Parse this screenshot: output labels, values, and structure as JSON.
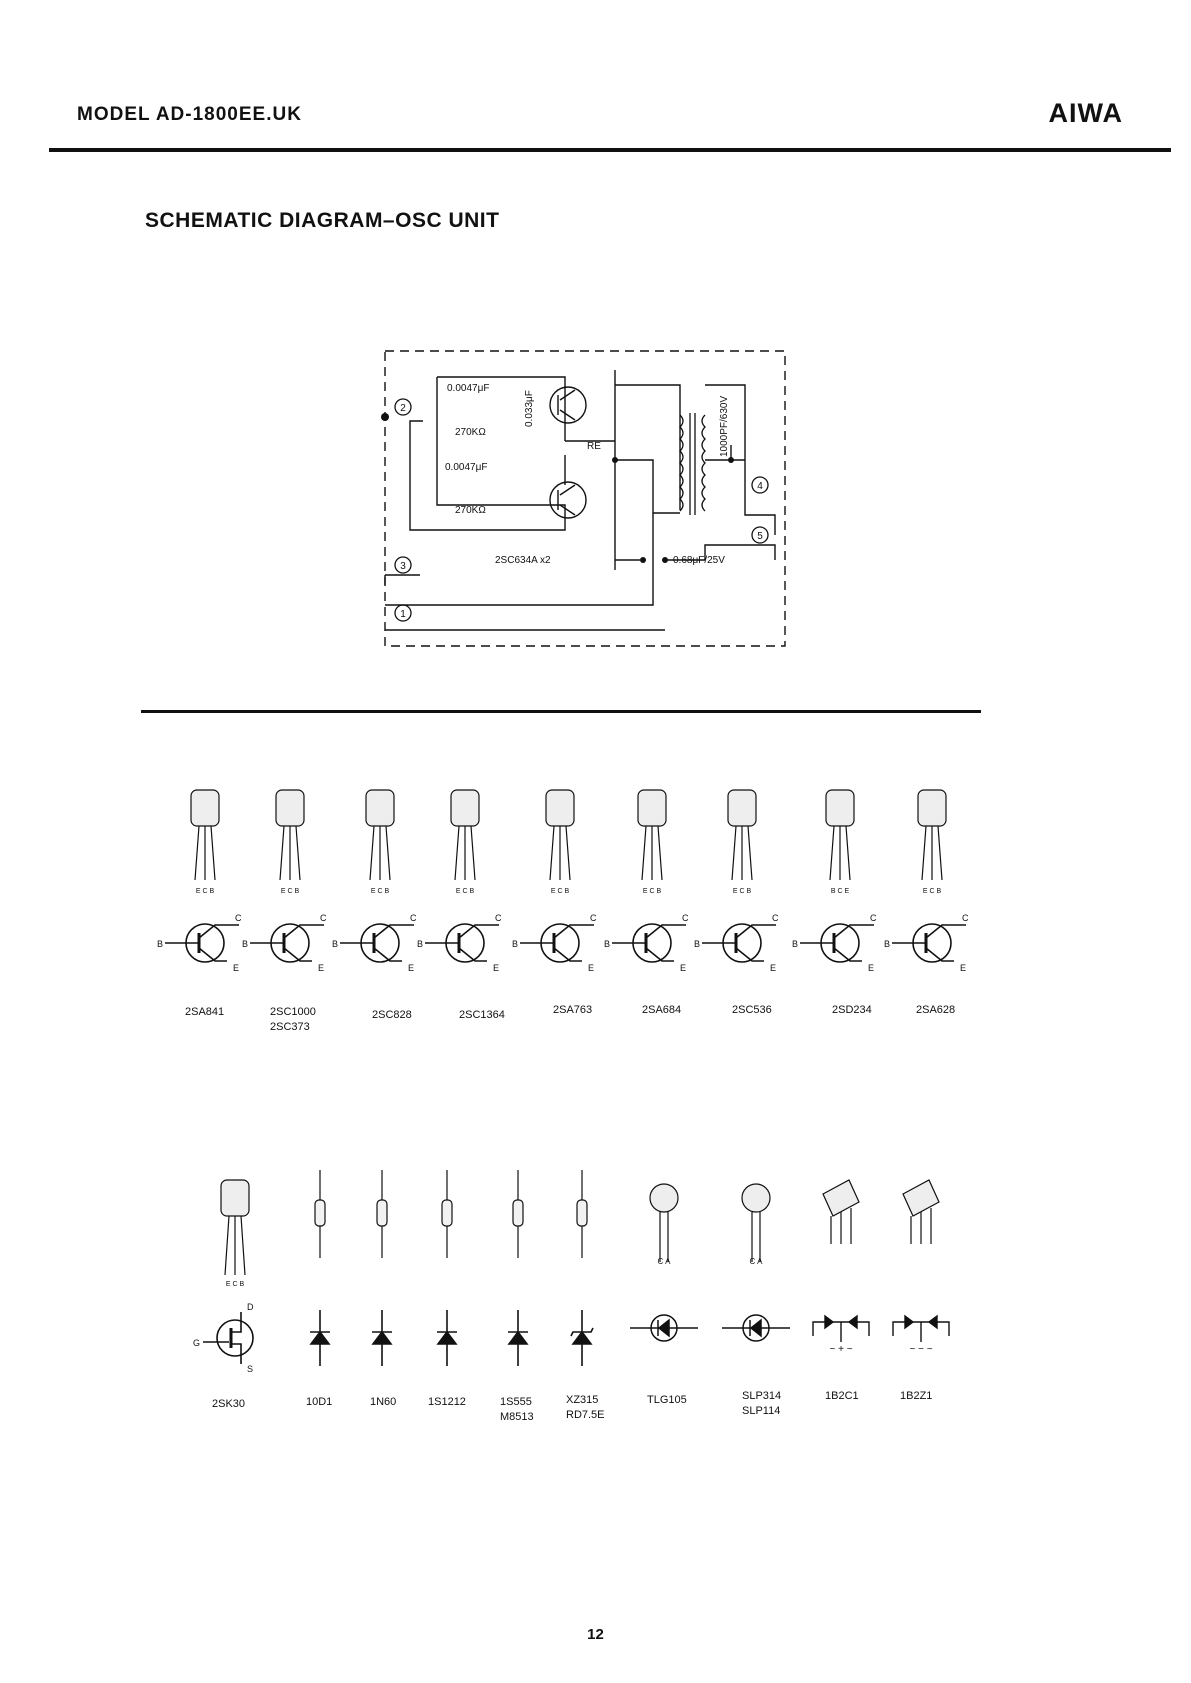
{
  "header": {
    "model": "MODEL AD-1800EE.UK",
    "brand": "AIWA"
  },
  "section_title": "SCHEMATIC DIAGRAM–OSC UNIT",
  "schematic": {
    "cap_top": "0.0047μF",
    "res_top": "270KΩ",
    "cap_mid": "0.0047μF",
    "res_bot": "270KΩ",
    "cap_vert": "0.033μF",
    "re_label": "RE",
    "transistors": "2SC634A x2",
    "cap_out": "0.68μF/25V",
    "cap_right": "1000PF/630V",
    "terminals": [
      "2",
      "3",
      "1",
      "4",
      "5"
    ]
  },
  "transistors": [
    {
      "names": [
        "2SA841"
      ],
      "pins": "E C B",
      "pnp": true
    },
    {
      "names": [
        "2SC1000",
        "2SC373"
      ],
      "pins": "E C B",
      "pnp": false
    },
    {
      "names": [
        "2SC828"
      ],
      "pins": "E C B",
      "pnp": false
    },
    {
      "names": [
        "2SC1364"
      ],
      "pins": "E C B",
      "pnp": false
    },
    {
      "names": [
        "2SA763"
      ],
      "pins": "E C B",
      "pnp": true
    },
    {
      "names": [
        "2SA684"
      ],
      "pins": "E C B",
      "pnp": true
    },
    {
      "names": [
        "2SC536"
      ],
      "pins": "E C B",
      "pnp": false
    },
    {
      "names": [
        "2SD234"
      ],
      "pins": "B C E",
      "pnp": false
    },
    {
      "names": [
        "2SA628"
      ],
      "pins": "E C B",
      "pnp": true
    }
  ],
  "symbol_letters": {
    "b": "B",
    "c": "C",
    "e": "E",
    "g": "G",
    "d": "D",
    "s": "S"
  },
  "devices": [
    {
      "names": [
        "2SK30"
      ],
      "kind": "fet",
      "pins": "E C B"
    },
    {
      "names": [
        "10D1"
      ],
      "kind": "diode"
    },
    {
      "names": [
        "1N60"
      ],
      "kind": "diode"
    },
    {
      "names": [
        "1S1212"
      ],
      "kind": "diode"
    },
    {
      "names": [
        "1S555",
        "M8513"
      ],
      "kind": "diode"
    },
    {
      "names": [
        "XZ315",
        "RD7.5E"
      ],
      "kind": "zener"
    },
    {
      "names": [
        "TLG105"
      ],
      "kind": "led",
      "pins": "C A"
    },
    {
      "names": [
        "SLP314",
        "SLP114"
      ],
      "kind": "led",
      "pins": "C A"
    },
    {
      "names": [
        "1B2C1"
      ],
      "kind": "bridge",
      "marks": "~ + ~"
    },
    {
      "names": [
        "1B2Z1"
      ],
      "kind": "bridge",
      "marks": "~ − ~"
    }
  ],
  "page_number": "12"
}
